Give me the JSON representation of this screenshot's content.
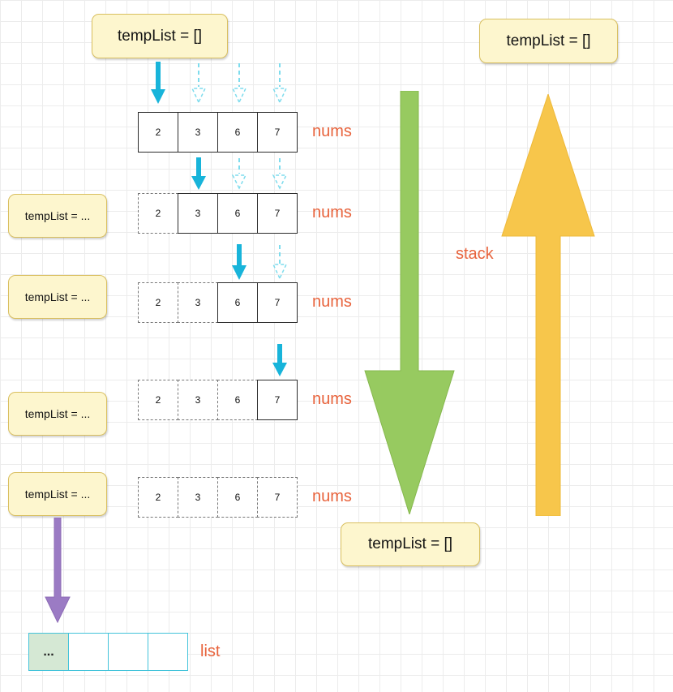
{
  "boxes": {
    "top_left": "tempList = []",
    "top_right": "tempList = []",
    "bottom_center": "tempList = []",
    "left_1": "tempList = ...",
    "left_2": "tempList = ...",
    "left_3": "tempList = ...",
    "left_4": "tempList = ..."
  },
  "arrays": {
    "label": "nums",
    "rows": [
      {
        "values": [
          "2",
          "3",
          "6",
          "7"
        ]
      },
      {
        "values": [
          "2",
          "3",
          "6",
          "7"
        ]
      },
      {
        "values": [
          "2",
          "3",
          "6",
          "7"
        ]
      },
      {
        "values": [
          "2",
          "3",
          "6",
          "7"
        ]
      },
      {
        "values": [
          "2",
          "3",
          "6",
          "7"
        ]
      }
    ]
  },
  "stack_label": "stack",
  "list": {
    "label": "list",
    "first_cell": "..."
  },
  "colors": {
    "accent_orange": "#e8633c",
    "arrow_cyan_solid": "#18b4da",
    "arrow_cyan_dashed": "#7edced",
    "arrow_green": "#97ca60",
    "arrow_yellow": "#f7c64b",
    "arrow_purple": "#9b7bc4",
    "box_fill": "#fdf6ce",
    "box_border": "#d9bf5f"
  }
}
